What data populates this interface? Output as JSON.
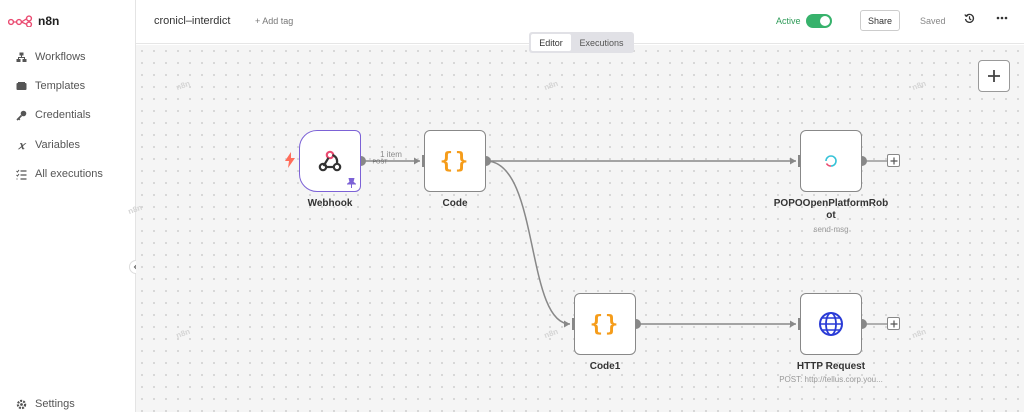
{
  "app": {
    "logo_text": "n8n"
  },
  "sidebar": {
    "items": [
      {
        "label": "Workflows",
        "icon": "workflows-icon"
      },
      {
        "label": "Templates",
        "icon": "templates-icon"
      },
      {
        "label": "Credentials",
        "icon": "key-icon"
      },
      {
        "label": "Variables",
        "icon": "variable-icon"
      },
      {
        "label": "All executions",
        "icon": "list-check-icon"
      }
    ],
    "settings_label": "Settings"
  },
  "header": {
    "workflow_name": "cronicl–interdict",
    "add_tag": "+ Add tag",
    "active_label": "Active",
    "active": true,
    "share_label": "Share",
    "saved_label": "Saved"
  },
  "tabs": {
    "editor": "Editor",
    "executions": "Executions",
    "selected": "Editor"
  },
  "canvas": {
    "watermark": "n8n"
  },
  "nodes": {
    "webhook": {
      "label": "Webhook",
      "method": "POST",
      "items_label": "1 item",
      "icon": "webhook-icon"
    },
    "code": {
      "label": "Code",
      "icon": "code-braces-icon"
    },
    "popo": {
      "label_line1": "POPOOpenPlatformRob",
      "label_line2": "ot",
      "subtitle": "send-msg",
      "icon": "loading-ring-icon"
    },
    "code1": {
      "label": "Code1",
      "icon": "code-braces-icon"
    },
    "http": {
      "label": "HTTP Request",
      "subtitle": "POST: http://tellus.corp.you...",
      "icon": "globe-icon"
    }
  },
  "colors": {
    "accent": "#37b26c",
    "trigger_border": "#7c62d6",
    "code_orange": "#f59c1a",
    "webhook_red": "#ea4b71",
    "globe_blue": "#2a3bd6"
  }
}
